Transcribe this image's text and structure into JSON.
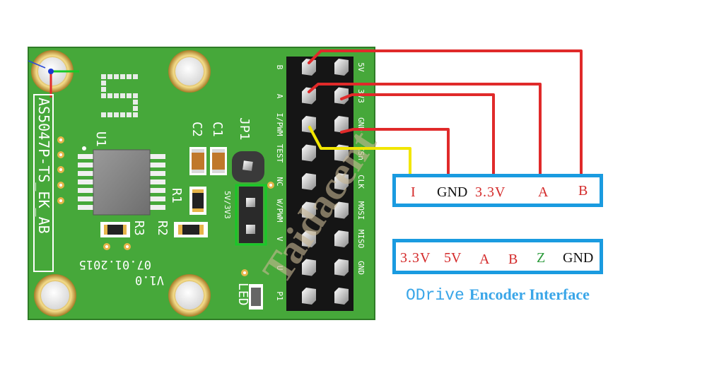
{
  "board": {
    "part_number": "AS5047P-TS_EK_AB",
    "date": "07.01.2015",
    "version": "V1.0",
    "refdes": {
      "u1": "U1",
      "c1": "C1",
      "c2": "C2",
      "jp1": "JP1",
      "r1": "R1",
      "r2": "R2",
      "r3": "R3",
      "led": "LED"
    },
    "jumper_label": "5V/3V3",
    "pins_left": [
      "B",
      "A",
      "I/PWM",
      "TEST",
      "NC",
      "W/PWM",
      "V",
      "U",
      "P1"
    ],
    "pins_right": [
      "5V",
      "3V3",
      "GND",
      "CSn",
      "CLK",
      "MOSI",
      "MISO",
      "GND"
    ]
  },
  "watermark": "Taidacent",
  "sensor_box": {
    "labels": [
      {
        "text": "I",
        "color": "#d42a2a"
      },
      {
        "text": "GND",
        "color": "#111111"
      },
      {
        "text": "3.3V",
        "color": "#d42a2a"
      },
      {
        "text": "A",
        "color": "#d42a2a"
      },
      {
        "text": "B",
        "color": "#d42a2a"
      }
    ]
  },
  "odrive_box": {
    "labels": [
      {
        "text": "3.3V",
        "color": "#d42a2a"
      },
      {
        "text": "5V",
        "color": "#d42a2a"
      },
      {
        "text": "A",
        "color": "#d42a2a"
      },
      {
        "text": "B",
        "color": "#d42a2a"
      },
      {
        "text": "Z",
        "color": "#2a9a3a"
      },
      {
        "text": "GND",
        "color": "#111111"
      }
    ]
  },
  "caption": {
    "part1": "ODrive",
    "part2": "Encoder Interface"
  },
  "colors": {
    "wire_red": "#e02a2a",
    "wire_yellow": "#f2e600",
    "box_border": "#1a9be0",
    "pcb_green": "#46a83a",
    "caption": "#3aa6e8"
  }
}
